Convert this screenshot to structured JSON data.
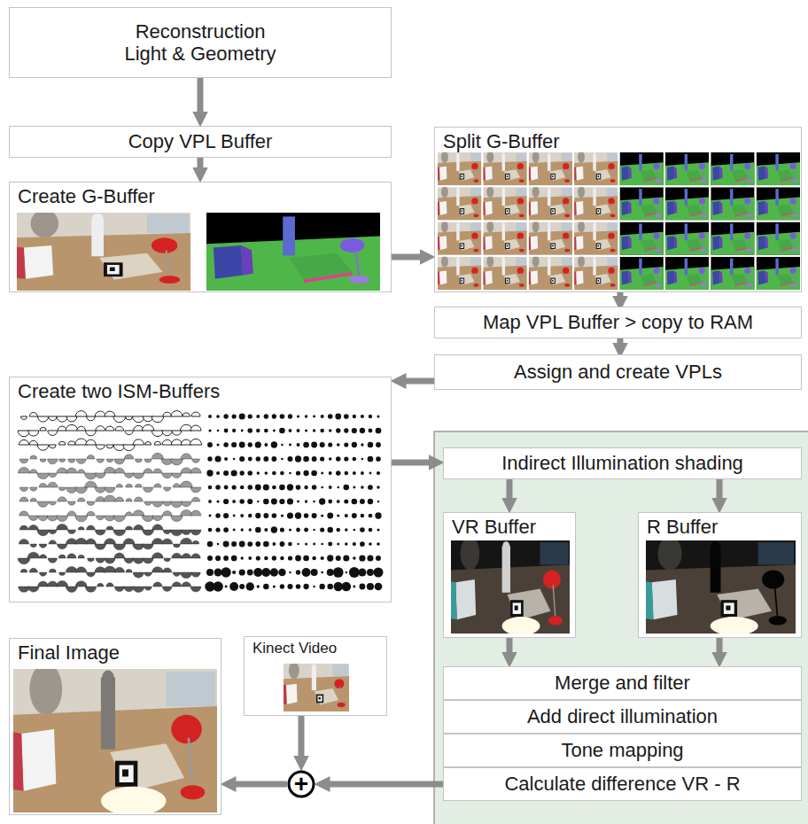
{
  "diagram": {
    "nodes": [
      {
        "text": [
          "Reconstruction Light & Geometry"
        ]
      },
      {
        "text": [
          "Copy VPL Buffer"
        ]
      },
      {
        "text": [
          "Create G-Buffer"
        ]
      },
      {
        "text": [
          "Split G-Buffer"
        ]
      },
      {
        "text": [
          "Map VPL Buffer > copy to RAM"
        ]
      },
      {
        "text": [
          "Assign and create VPLs"
        ]
      },
      {
        "text": [
          "Create two ISM-Buffers"
        ]
      },
      {
        "text": [
          "Indirect Illumination shading"
        ]
      },
      {
        "text": [
          "VR Buffer"
        ]
      },
      {
        "text": [
          "R Buffer"
        ]
      },
      {
        "text": [
          "Merge and filter"
        ]
      },
      {
        "text": [
          "Add direct illumination"
        ]
      },
      {
        "text": [
          "Tone mapping"
        ]
      },
      {
        "text": [
          "Calculate difference VR - R"
        ]
      },
      {
        "text": [
          "Kinect Video"
        ]
      },
      {
        "text": [
          "+"
        ]
      },
      {
        "text": [
          "Final Image"
        ]
      }
    ],
    "edges": [
      {
        "from": 0,
        "to": 1,
        "arrow": "to"
      },
      {
        "from": 1,
        "to": 2,
        "arrow": "to"
      },
      {
        "from": 2,
        "to": 3,
        "arrow": "to"
      },
      {
        "from": 3,
        "to": 4,
        "arrow": "to"
      },
      {
        "from": 4,
        "to": 5,
        "arrow": "to"
      },
      {
        "from": 5,
        "to": 6,
        "arrow": "to"
      },
      {
        "from": 6,
        "to": 7,
        "arrow": "to"
      },
      {
        "from": 7,
        "to": 8,
        "arrow": "to"
      },
      {
        "from": 7,
        "to": 9,
        "arrow": "to"
      },
      {
        "from": 8,
        "to": 10,
        "arrow": "to"
      },
      {
        "from": 9,
        "to": 10,
        "arrow": "to"
      },
      {
        "from": 13,
        "to": 15,
        "arrow": "to"
      },
      {
        "from": 14,
        "to": 15,
        "arrow": "to"
      },
      {
        "from": 15,
        "to": 16,
        "arrow": "to"
      }
    ]
  }
}
